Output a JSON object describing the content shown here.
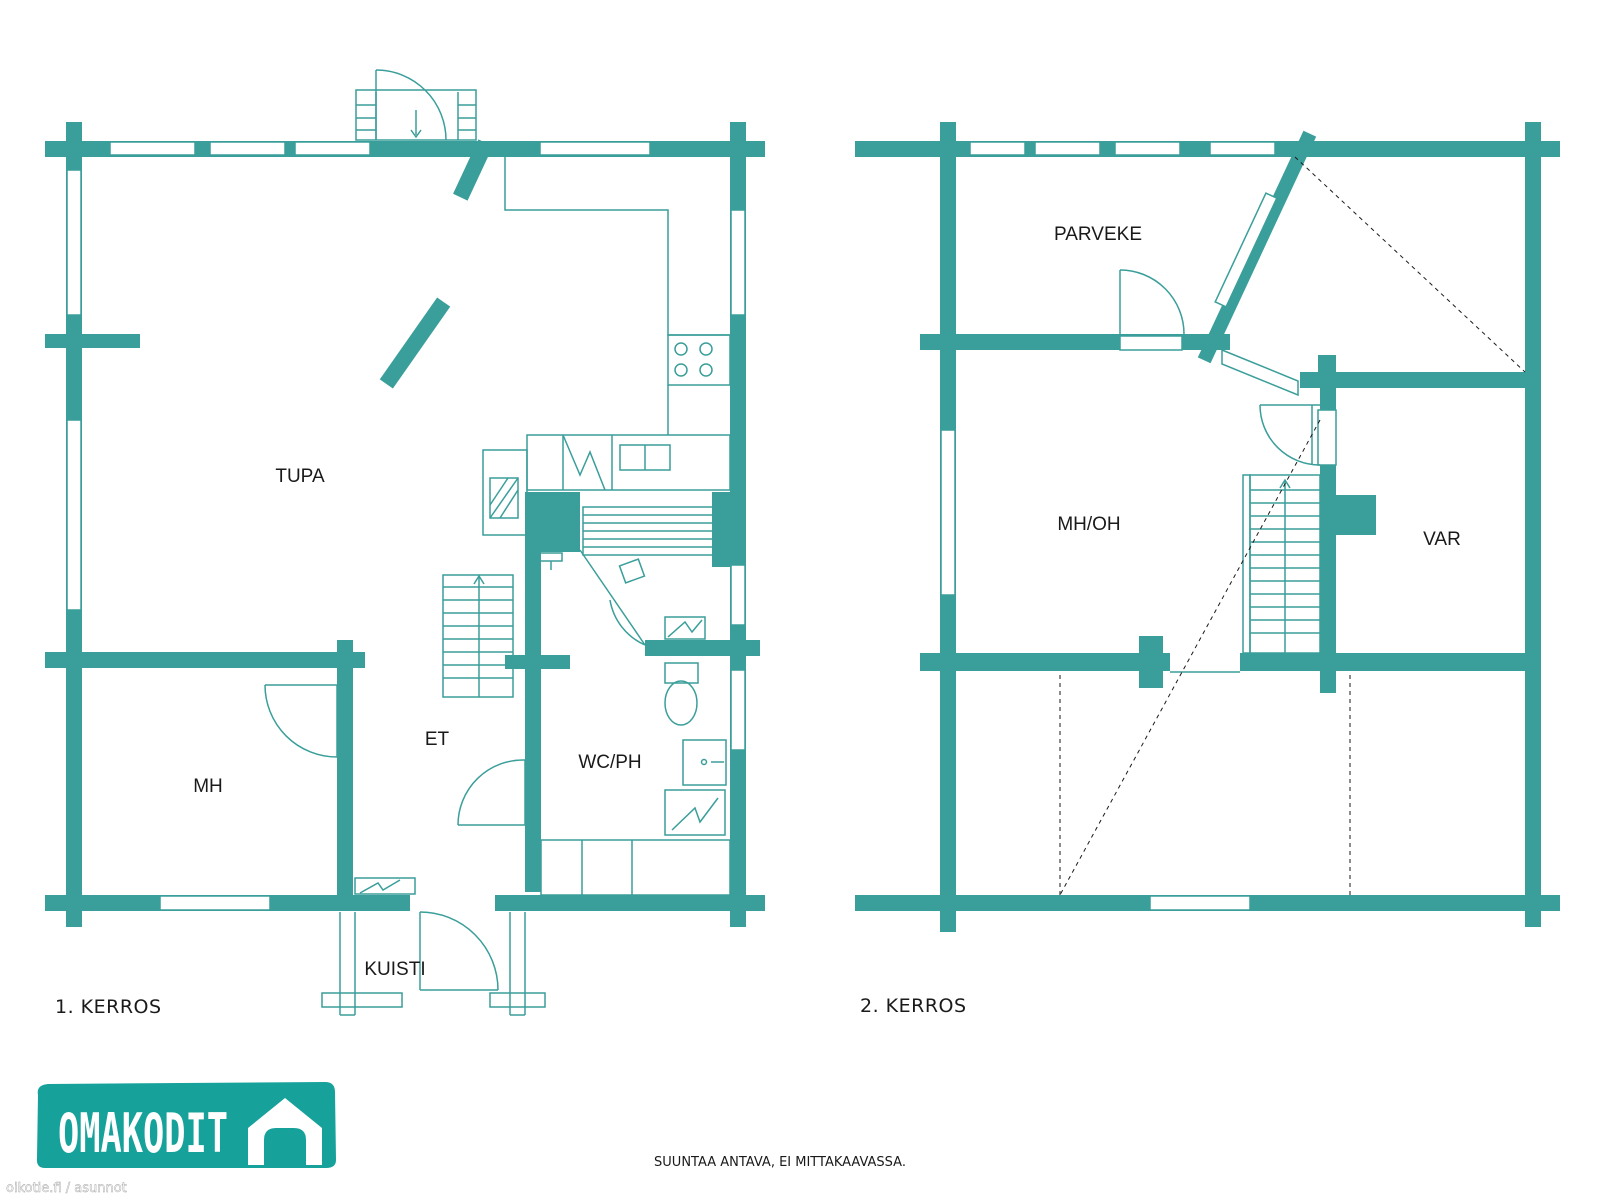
{
  "colors": {
    "wall": "#3a9e9a",
    "line": "#3a9e9a",
    "logo_bg": "#16a19a",
    "text": "#1a1a1a",
    "background": "#ffffff"
  },
  "floor1": {
    "label": "1. KERROS",
    "rooms": {
      "tupa": "TUPA",
      "et": "ET",
      "wc_ph": "WC/PH",
      "mh": "MH",
      "kuisti": "KUISTI"
    }
  },
  "floor2": {
    "label": "2. KERROS",
    "rooms": {
      "parveke": "PARVEKE",
      "mh_oh": "MH/OH",
      "var": "VAR"
    }
  },
  "logo": {
    "text": "OMAKODIT",
    "icon": "house-outline-icon"
  },
  "disclaimer": "SUUNTAA ANTAVA, EI MITTAKAAVASSA.",
  "watermark": "oikotie.fi / asunnot"
}
